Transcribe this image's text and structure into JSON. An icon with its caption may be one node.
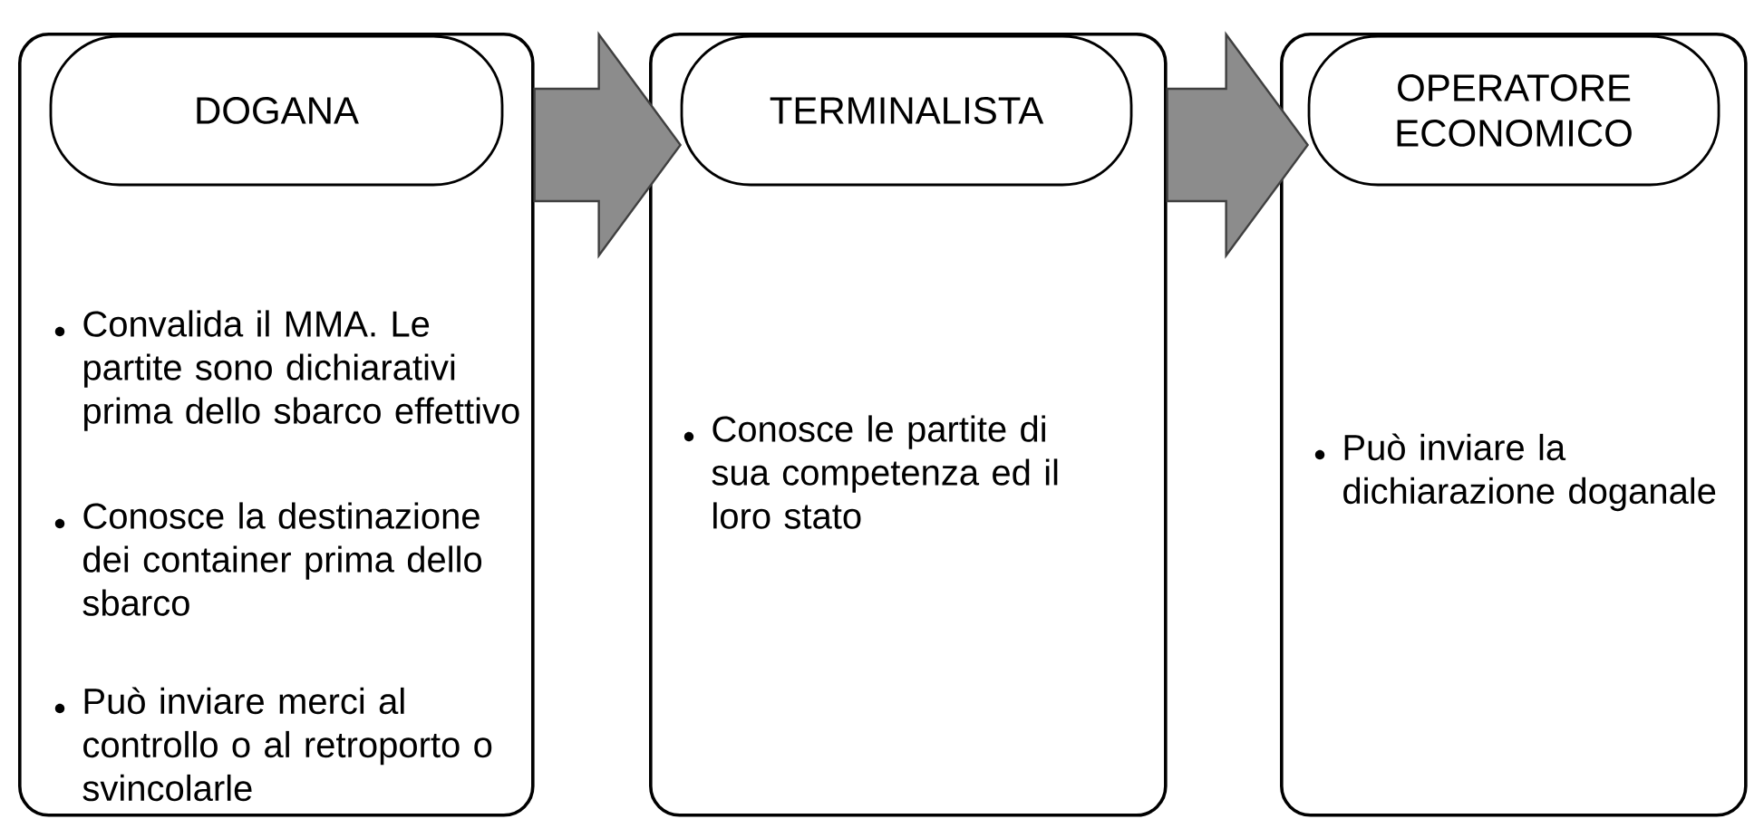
{
  "diagram": {
    "nodes": [
      {
        "text": [
          "Convalida il MMA. Le partite sono dichiarativi prima dello sbarco effettivo",
          "Conosce la destinazione dei container prima dello sbarco",
          "Può inviare merci al controllo o al retroporto o svincolarle"
        ]
      },
      {
        "text": [
          "DOGANA"
        ],
        "in": 0
      },
      {
        "text": [
          "Conosce le partite di sua competenza ed il loro stato"
        ]
      },
      {
        "text": [
          "TERMINALISTA"
        ],
        "in": 2
      },
      {
        "text": [
          "Può inviare la dichiarazione doganale"
        ]
      },
      {
        "text": [
          "OPERATORE ECONOMICO"
        ],
        "in": 4
      }
    ],
    "edges": [
      {
        "from": 0,
        "to": 2,
        "arrow": "to"
      },
      {
        "from": 2,
        "to": 4,
        "arrow": "to"
      }
    ]
  }
}
